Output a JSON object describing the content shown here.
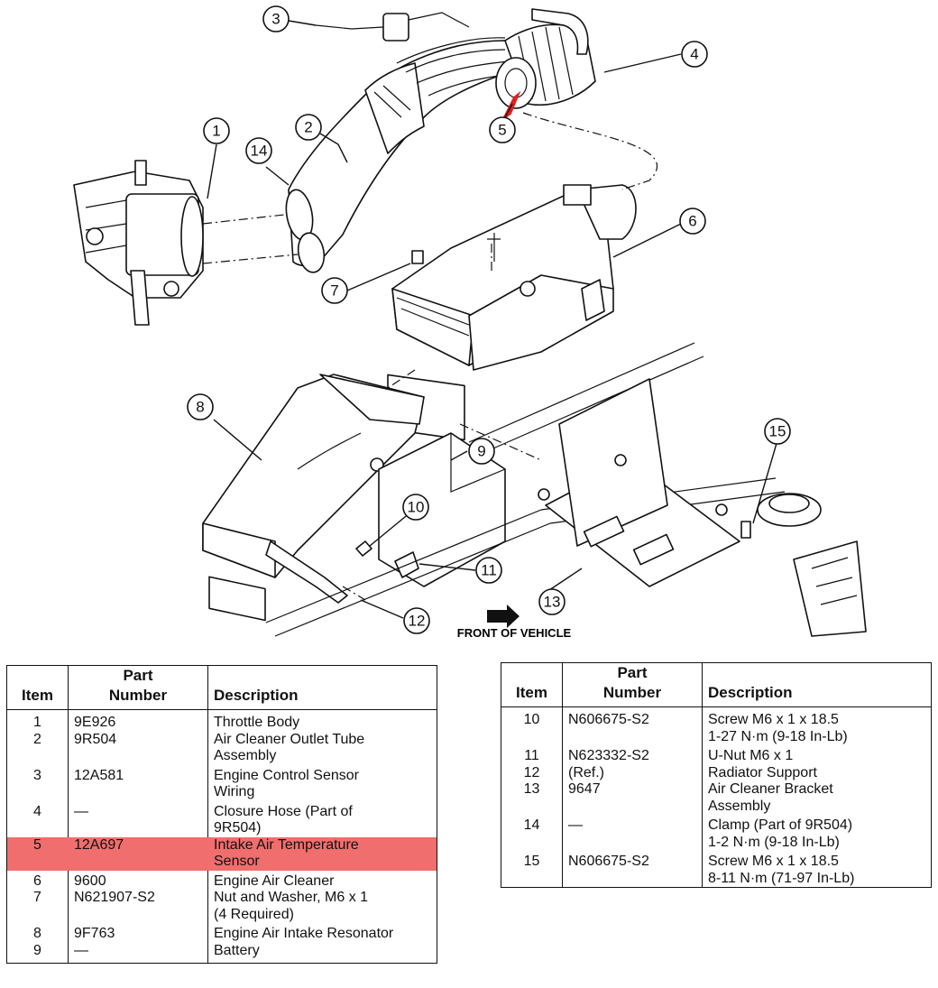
{
  "diagram": {
    "front_label": "FRONT OF VEHICLE",
    "callouts": [
      "1",
      "2",
      "3",
      "4",
      "5",
      "6",
      "7",
      "8",
      "9",
      "10",
      "11",
      "12",
      "13",
      "14",
      "15"
    ]
  },
  "table_left": {
    "headers": {
      "item": "Item",
      "part_number_line1": "Part",
      "part_number_line2": "Number",
      "description": "Description"
    },
    "rows": [
      {
        "item": "1",
        "part": "9E926",
        "desc1": "Throttle Body",
        "desc2": ""
      },
      {
        "item": "2",
        "part": "9R504",
        "desc1": "Air Cleaner Outlet Tube",
        "desc2": "Assembly"
      },
      {
        "item": "3",
        "part": "12A581",
        "desc1": "Engine Control Sensor",
        "desc2": "Wiring"
      },
      {
        "item": "4",
        "part": "—",
        "desc1": "Closure Hose (Part of",
        "desc2": "9R504)"
      },
      {
        "item": "5",
        "part": "12A697",
        "desc1": "Intake Air Temperature",
        "desc2": "Sensor"
      },
      {
        "item": "6",
        "part": "9600",
        "desc1": "Engine Air Cleaner",
        "desc2": ""
      },
      {
        "item": "7",
        "part": "N621907-S2",
        "desc1": "Nut and Washer, M6 x 1",
        "desc2": "(4 Required)"
      },
      {
        "item": "8",
        "part": "9F763",
        "desc1": "Engine Air Intake Resonator",
        "desc2": ""
      },
      {
        "item": "9",
        "part": "—",
        "desc1": "Battery",
        "desc2": ""
      }
    ]
  },
  "table_right": {
    "headers": {
      "item": "Item",
      "part_number_line1": "Part",
      "part_number_line2": "Number",
      "description": "Description"
    },
    "rows": [
      {
        "item": "10",
        "part": "N606675-S2",
        "desc1": "Screw M6 x 1 x 18.5",
        "desc2": "1-27 N·m (9-18 In-Lb)"
      },
      {
        "item": "11",
        "part": "N623332-S2",
        "desc1": "U-Nut M6 x 1",
        "desc2": ""
      },
      {
        "item": "12",
        "part": "(Ref.)",
        "desc1": "Radiator Support",
        "desc2": ""
      },
      {
        "item": "13",
        "part": "9647",
        "desc1": "Air Cleaner Bracket",
        "desc2": "Assembly"
      },
      {
        "item": "14",
        "part": "—",
        "desc1": "Clamp (Part of 9R504)",
        "desc2": "1-2 N·m (9-18 In-Lb)"
      },
      {
        "item": "15",
        "part": "N606675-S2",
        "desc1": "Screw M6 x 1 x 18.5",
        "desc2": "8-11 N·m (71-97 In-Lb)"
      }
    ]
  },
  "highlight": {
    "row_item": "5",
    "color": "#f06e6e"
  }
}
